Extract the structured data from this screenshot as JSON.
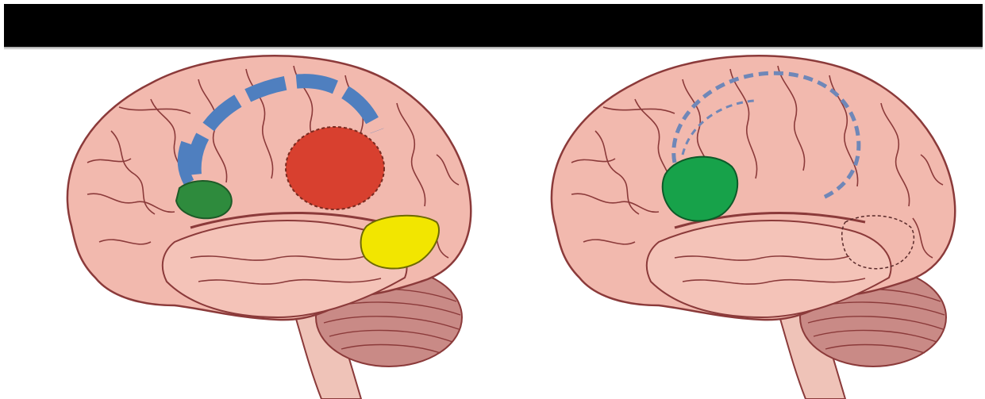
{
  "top_bar": {
    "title": ""
  },
  "colors": {
    "bar": "#000000",
    "brain_fill": "#f2b9ae",
    "brain_shade": "#e29c92",
    "brain_outline": "#8b3a3a",
    "cerebellum": "#c98a86",
    "left_blue_pathway": "#4f7fbf",
    "left_green_region": "#2e8b3d",
    "left_red_region": "#d8402f",
    "left_yellow_region": "#f2e600",
    "right_green_region": "#17a24a",
    "right_dashed_pathway": "#6f87b8"
  },
  "figures": [
    {
      "name": "brain-left",
      "regions": [
        "green-region",
        "red-region",
        "yellow-region"
      ],
      "pathway_style": "solid-dashed"
    },
    {
      "name": "brain-right",
      "regions": [
        "green-region"
      ],
      "pathway_style": "fine-dashed"
    }
  ]
}
